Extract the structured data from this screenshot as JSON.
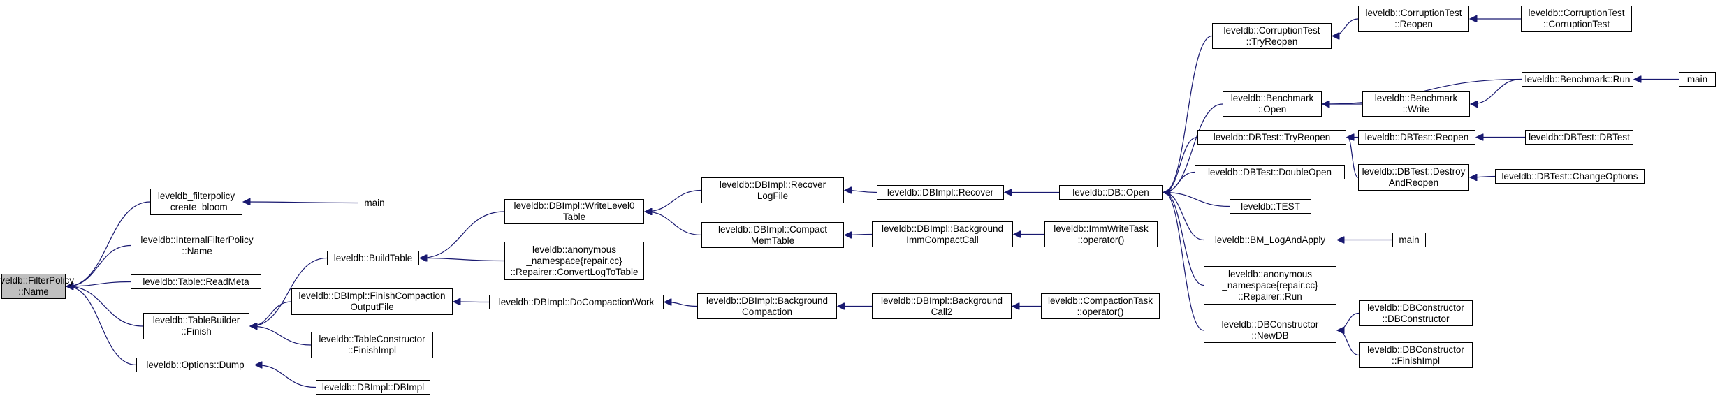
{
  "graph": {
    "colors": {
      "edge": "#191970",
      "node_border": "#000000",
      "focus_fill": "#bfbfbf",
      "node_fill": "#ffffff"
    },
    "nodes": {
      "n0": {
        "label": "leveldb::FilterPolicy\n::Name"
      },
      "n1": {
        "label": "leveldb_filterpolicy\n_create_bloom"
      },
      "n2": {
        "label": "leveldb::InternalFilterPolicy\n::Name"
      },
      "n3": {
        "label": "leveldb::Table::ReadMeta"
      },
      "n4": {
        "label": "leveldb::TableBuilder\n::Finish"
      },
      "n5": {
        "label": "leveldb::Options::Dump"
      },
      "n6": {
        "label": "main"
      },
      "n7": {
        "label": "leveldb::BuildTable"
      },
      "n8": {
        "label": "leveldb::DBImpl::FinishCompaction\nOutputFile"
      },
      "n9": {
        "label": "leveldb::TableConstructor\n::FinishImpl"
      },
      "n10": {
        "label": "leveldb::DBImpl::DBImpl"
      },
      "n11": {
        "label": "leveldb::DBImpl::WriteLevel0\nTable"
      },
      "n12": {
        "label": "leveldb::anonymous\n_namespace{repair.cc}\n::Repairer::ConvertLogToTable"
      },
      "n13": {
        "label": "leveldb::DBImpl::DoCompactionWork"
      },
      "n14": {
        "label": "leveldb::DBImpl::Recover\nLogFile"
      },
      "n15": {
        "label": "leveldb::DBImpl::Compact\nMemTable"
      },
      "n16": {
        "label": "leveldb::DBImpl::Background\nCompaction"
      },
      "n17": {
        "label": "leveldb::DBImpl::Recover"
      },
      "n18": {
        "label": "leveldb::DBImpl::Background\nImmCompactCall"
      },
      "n19": {
        "label": "leveldb::DBImpl::Background\nCall2"
      },
      "n20": {
        "label": "leveldb::DB::Open"
      },
      "n21": {
        "label": "leveldb::ImmWriteTask\n::operator()"
      },
      "n22": {
        "label": "leveldb::CompactionTask\n::operator()"
      },
      "n23": {
        "label": "leveldb::CorruptionTest\n::TryReopen"
      },
      "n24": {
        "label": "leveldb::Benchmark\n::Open"
      },
      "n25": {
        "label": "leveldb::DBTest::TryReopen"
      },
      "n26": {
        "label": "leveldb::DBTest::DoubleOpen"
      },
      "n27": {
        "label": "leveldb::TEST"
      },
      "n28": {
        "label": "leveldb::BM_LogAndApply"
      },
      "n29": {
        "label": "leveldb::anonymous\n_namespace{repair.cc}\n::Repairer::Run"
      },
      "n30": {
        "label": "leveldb::DBConstructor\n::NewDB"
      },
      "n31": {
        "label": "leveldb::CorruptionTest\n::Reopen"
      },
      "n32": {
        "label": "leveldb::Benchmark\n::Write"
      },
      "n33": {
        "label": "leveldb::DBTest::Reopen"
      },
      "n34": {
        "label": "leveldb::DBTest::Destroy\nAndReopen"
      },
      "n35": {
        "label": "main"
      },
      "n36": {
        "label": "leveldb::DBConstructor\n::DBConstructor"
      },
      "n37": {
        "label": "leveldb::DBConstructor\n::FinishImpl"
      },
      "n38": {
        "label": "leveldb::CorruptionTest\n::CorruptionTest"
      },
      "n39": {
        "label": "leveldb::Benchmark::Run"
      },
      "n40": {
        "label": "leveldb::DBTest::DBTest"
      },
      "n41": {
        "label": "leveldb::DBTest::ChangeOptions"
      },
      "n42": {
        "label": "main"
      }
    },
    "edges": [
      [
        "n1",
        "n0"
      ],
      [
        "n2",
        "n0"
      ],
      [
        "n3",
        "n0"
      ],
      [
        "n4",
        "n0"
      ],
      [
        "n5",
        "n0"
      ],
      [
        "n6",
        "n1"
      ],
      [
        "n7",
        "n4"
      ],
      [
        "n8",
        "n4"
      ],
      [
        "n9",
        "n4"
      ],
      [
        "n10",
        "n5"
      ],
      [
        "n11",
        "n7"
      ],
      [
        "n12",
        "n7"
      ],
      [
        "n13",
        "n8"
      ],
      [
        "n14",
        "n11"
      ],
      [
        "n15",
        "n11"
      ],
      [
        "n16",
        "n13"
      ],
      [
        "n17",
        "n14"
      ],
      [
        "n18",
        "n15"
      ],
      [
        "n19",
        "n16"
      ],
      [
        "n20",
        "n17"
      ],
      [
        "n21",
        "n18"
      ],
      [
        "n22",
        "n19"
      ],
      [
        "n23",
        "n20"
      ],
      [
        "n24",
        "n20"
      ],
      [
        "n25",
        "n20"
      ],
      [
        "n26",
        "n20"
      ],
      [
        "n27",
        "n20"
      ],
      [
        "n28",
        "n20"
      ],
      [
        "n29",
        "n20"
      ],
      [
        "n30",
        "n20"
      ],
      [
        "n31",
        "n23"
      ],
      [
        "n32",
        "n24"
      ],
      [
        "n39",
        "n24"
      ],
      [
        "n33",
        "n25"
      ],
      [
        "n34",
        "n25"
      ],
      [
        "n35",
        "n28"
      ],
      [
        "n36",
        "n30"
      ],
      [
        "n37",
        "n30"
      ],
      [
        "n38",
        "n31"
      ],
      [
        "n39",
        "n32"
      ],
      [
        "n40",
        "n33"
      ],
      [
        "n41",
        "n34"
      ],
      [
        "n42",
        "n39"
      ]
    ]
  }
}
